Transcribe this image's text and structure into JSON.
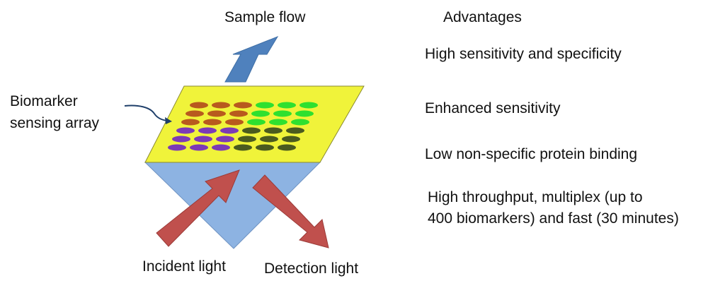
{
  "labels": {
    "sample_flow": "Sample flow",
    "biomarker_line1": "Biomarker",
    "biomarker_line2": "sensing array",
    "incident_light": "Incident light",
    "detection_light": "Detection light"
  },
  "advantages": {
    "heading": "Advantages",
    "items": [
      "High sensitivity and specificity",
      "Enhanced sensitivity",
      "Low non-specific protein binding",
      "High throughput, multiplex (up to",
      "400 biomarkers) and fast (30 minutes)"
    ]
  },
  "colors": {
    "chip": "#f0f33a",
    "prism": "#8db3e2",
    "sample_arrow": "#4f81bd",
    "light_arrow": "#c0504d",
    "spot_brown": "#b85a1e",
    "spot_green": "#2fe02f",
    "spot_purple": "#7c3ab6",
    "spot_olive": "#4a5a1f"
  },
  "icons": {
    "sample_flow": "arrow-up-right",
    "incident_light": "arrow-up-right",
    "detection_light": "arrow-down-right",
    "pointer": "curved-arrow"
  }
}
